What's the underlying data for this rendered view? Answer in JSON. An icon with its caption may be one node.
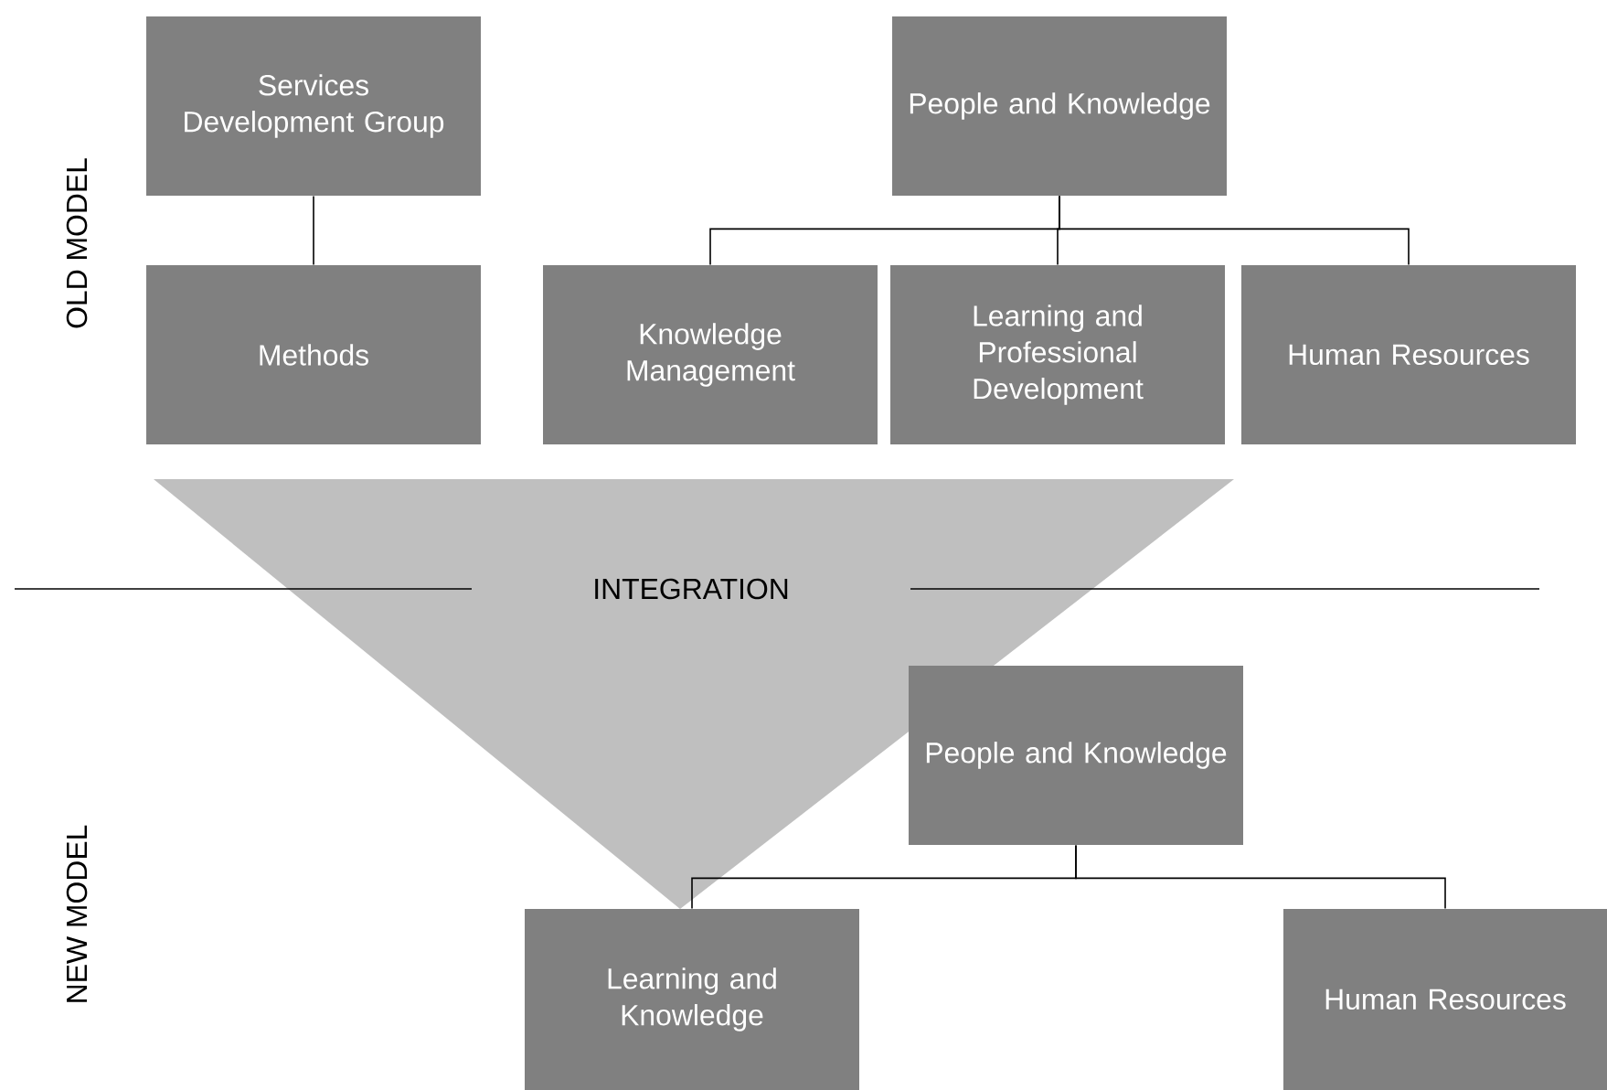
{
  "diagram": {
    "nodes": [
      {
        "text": [
          "Services Development Group"
        ]
      },
      {
        "text": [
          "Methods"
        ]
      },
      {
        "text": [
          "People and Knowledge"
        ]
      },
      {
        "text": [
          "Knowledge Management"
        ]
      },
      {
        "text": [
          "Learning and Professional Development"
        ]
      },
      {
        "text": [
          "Human Resources"
        ]
      },
      {
        "text": [
          "People and Knowledge"
        ]
      },
      {
        "text": [
          "Learning and Knowledge"
        ]
      },
      {
        "text": [
          "Human Resources"
        ]
      }
    ],
    "edges": [
      {
        "from": 0,
        "to": 1,
        "arrow": "none"
      },
      {
        "from": 2,
        "to": 3,
        "arrow": "none"
      },
      {
        "from": 2,
        "to": 4,
        "arrow": "none"
      },
      {
        "from": 2,
        "to": 5,
        "arrow": "none"
      },
      {
        "from": 6,
        "to": 7,
        "arrow": "none"
      },
      {
        "from": 6,
        "to": 8,
        "arrow": "none"
      }
    ],
    "labels": [
      "OLD MODEL",
      "INTEGRATION",
      "NEW MODEL"
    ]
  }
}
